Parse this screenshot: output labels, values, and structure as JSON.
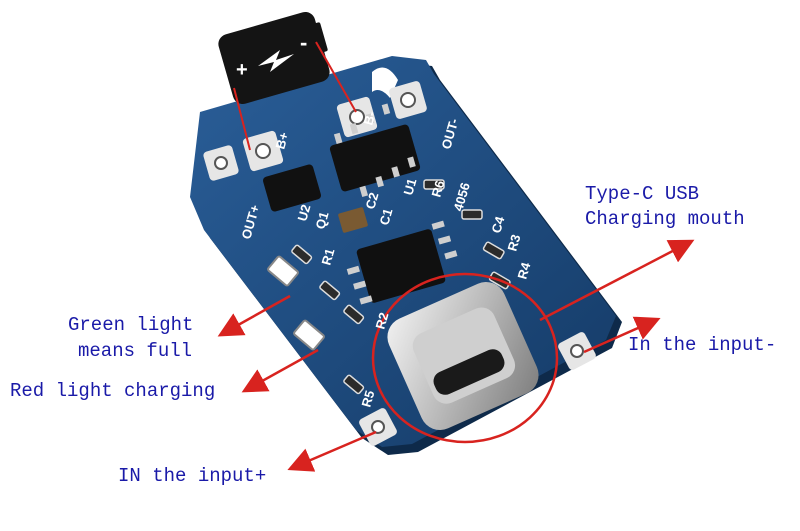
{
  "annotations": {
    "typec_line1": "Type-C USB",
    "typec_line2": "Charging mouth",
    "green_line1": "Green light",
    "green_line2": "means full",
    "red_light": "Red light charging",
    "input_minus": "In the input-",
    "input_plus": "IN the input+"
  },
  "battery_icon": {
    "plus": "+",
    "minus": "-"
  },
  "silkscreen": {
    "b_plus": "B+",
    "b_minus": "B-",
    "out_minus": "OUT-",
    "out_plus": "OUT+",
    "model": "4056",
    "u1": "U1",
    "u2": "U2",
    "r1": "R1",
    "r2": "R2",
    "r3": "R3",
    "r4": "R4",
    "r5": "R5",
    "r6": "R6",
    "c1": "C1",
    "c2": "C2",
    "c4": "C4",
    "q1": "Q1"
  },
  "colors": {
    "pcb": "#1f4f84",
    "label_text": "#1a1aa8",
    "arrow": "#d8231f"
  }
}
